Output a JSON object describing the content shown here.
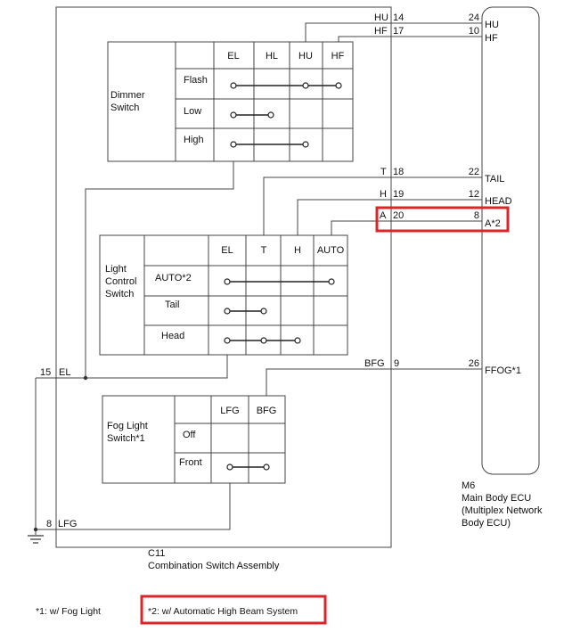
{
  "connectors": {
    "combination_switch": {
      "id": "C11",
      "name": "Combination Switch Assembly"
    },
    "ecu": {
      "id": "M6",
      "name": "Main Body ECU",
      "alt_name_line1": "(Multiplex Network",
      "alt_name_line2": "Body ECU)"
    }
  },
  "dimmer_switch": {
    "title_line1": "Dimmer",
    "title_line2": "Switch",
    "columns": [
      "EL",
      "HL",
      "HU",
      "HF"
    ],
    "rows": [
      "Flash",
      "Low",
      "High"
    ]
  },
  "light_control_switch": {
    "title_line1": "Light",
    "title_line2": "Control",
    "title_line3": "Switch",
    "columns": [
      "EL",
      "T",
      "H",
      "AUTO"
    ],
    "rows": [
      "AUTO*2",
      "Tail",
      "Head"
    ]
  },
  "fog_light_switch": {
    "title_line1": "Fog Light",
    "title_line2": "Switch*1",
    "columns": [
      "LFG",
      "BFG"
    ],
    "rows": [
      "Off",
      "Front"
    ]
  },
  "wires": {
    "hu": {
      "c11_label": "HU",
      "c11_pin": "14",
      "ecu_pin": "24",
      "ecu_label": "HU"
    },
    "hf": {
      "c11_label": "HF",
      "c11_pin": "17",
      "ecu_pin": "10",
      "ecu_label": "HF"
    },
    "tail": {
      "c11_label": "T",
      "c11_pin": "18",
      "ecu_pin": "22",
      "ecu_label": "TAIL"
    },
    "head": {
      "c11_label": "H",
      "c11_pin": "19",
      "ecu_pin": "12",
      "ecu_label": "HEAD"
    },
    "auto": {
      "c11_label": "A",
      "c11_pin": "20",
      "ecu_pin": "8",
      "ecu_label": "A*2"
    },
    "ffog": {
      "c11_label": "BFG",
      "c11_pin": "9",
      "ecu_pin": "26",
      "ecu_label": "FFOG*1"
    },
    "el": {
      "pin": "15",
      "label": "EL"
    },
    "lfg": {
      "pin": "8",
      "label": "LFG"
    }
  },
  "notes": {
    "note1": "*1: w/ Fog Light",
    "note2": "*2: w/ Automatic High Beam System"
  },
  "colors": {
    "highlight": "#d9262b",
    "line": "#444444"
  }
}
